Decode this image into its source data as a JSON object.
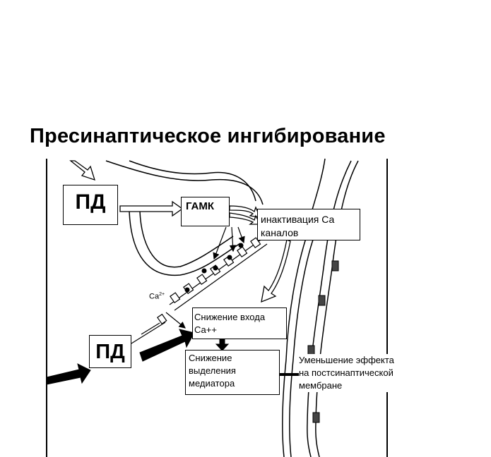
{
  "title": "Пресинаптическое ингибирование",
  "boxes": {
    "pd_top": "ПД",
    "gamk": "ГАМК",
    "inactivation_line1": "инактивация Са",
    "inactivation_line2": "каналов",
    "pd_bottom": "ПД",
    "ca_entry_line1": "Снижение входа",
    "ca_entry_line2": "Са++",
    "mediator_line1": "Снижение",
    "mediator_line2": "выделения",
    "mediator_line3": "медиатора"
  },
  "labels": {
    "ca_ion": "Ca",
    "ca_ion_charge": "2+",
    "effect_line1": "Уменьшение эффекта",
    "effect_line2": "на постсинаптической",
    "effect_line3": "мембране"
  }
}
